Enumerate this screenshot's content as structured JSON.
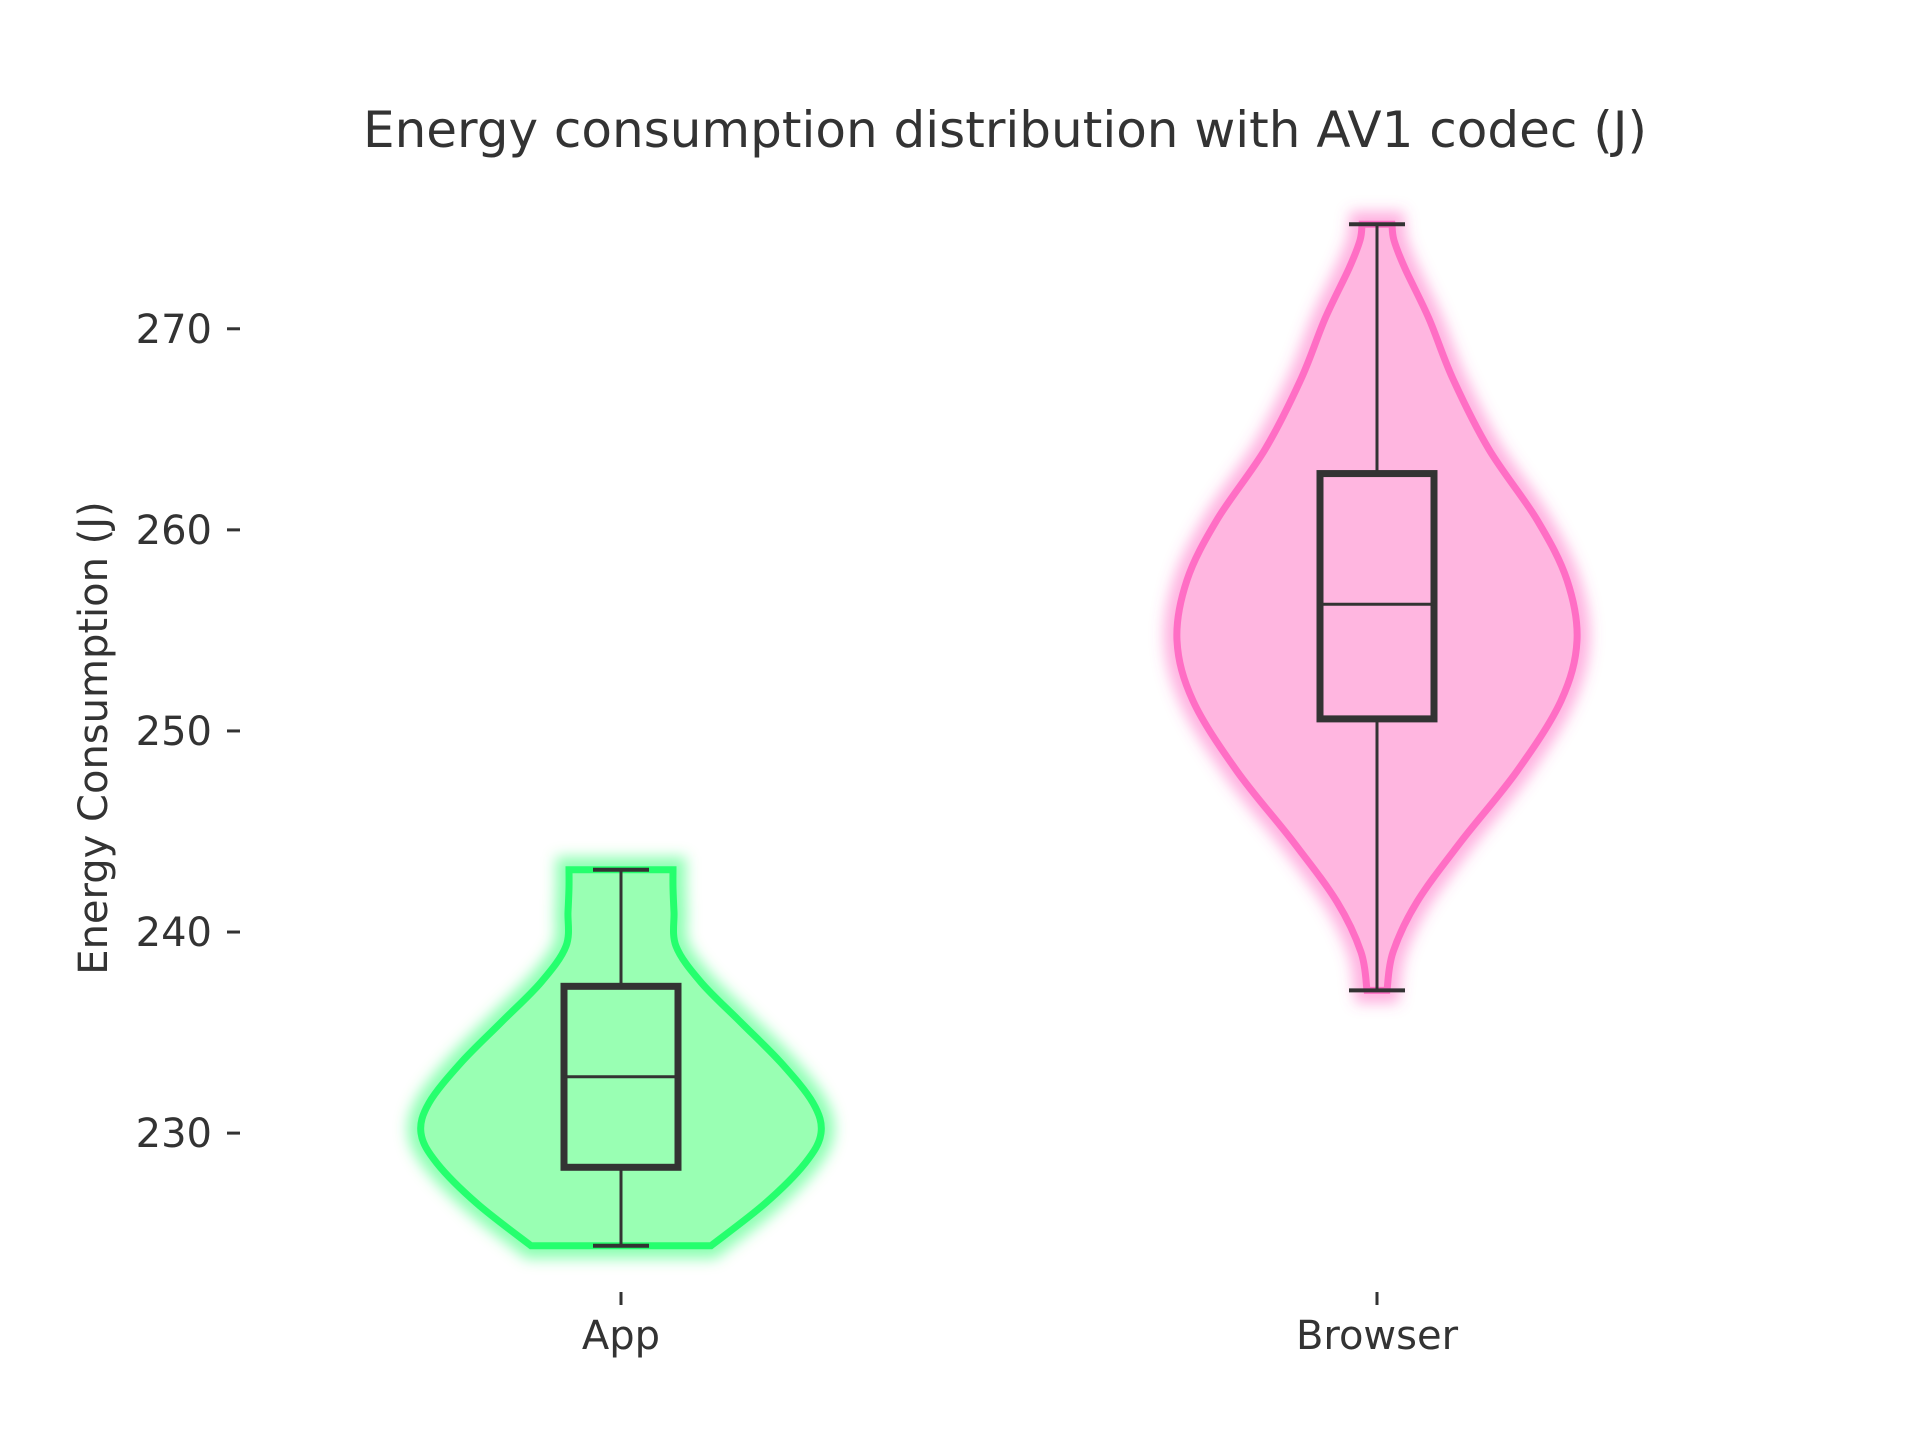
{
  "chart_data": {
    "type": "violin",
    "title": "Energy consumption distribution with AV1 codec (J)",
    "xlabel": "",
    "ylabel": "Energy Consumption (J)",
    "categories": [
      "App",
      "Browser"
    ],
    "yticks": [
      230,
      240,
      250,
      260,
      270
    ],
    "ylim": [
      221.7,
      277.3
    ],
    "grid": false,
    "legend": "none",
    "series": [
      {
        "category": "App",
        "color": "#00ff55",
        "fill": "#99ffb3",
        "box": {
          "min": 224.4,
          "q1": 228.3,
          "median": 232.8,
          "q3": 237.3,
          "max": 243.1
        },
        "density": [
          {
            "y": 224.4,
            "w": 0.45
          },
          {
            "y": 226.5,
            "w": 0.72
          },
          {
            "y": 228.5,
            "w": 0.92
          },
          {
            "y": 230.0,
            "w": 1.0
          },
          {
            "y": 231.5,
            "w": 0.96
          },
          {
            "y": 233.5,
            "w": 0.8
          },
          {
            "y": 235.5,
            "w": 0.6
          },
          {
            "y": 237.5,
            "w": 0.4
          },
          {
            "y": 239.3,
            "w": 0.275
          },
          {
            "y": 241.0,
            "w": 0.265
          },
          {
            "y": 242.2,
            "w": 0.26
          },
          {
            "y": 243.1,
            "w": 0.26
          }
        ]
      },
      {
        "category": "Browser",
        "color": "#ff55bb",
        "fill": "#ffb6e0",
        "box": {
          "min": 237.1,
          "q1": 250.6,
          "median": 256.3,
          "q3": 262.8,
          "max": 275.2
        },
        "density": [
          {
            "y": 237.1,
            "w": 0.05
          },
          {
            "y": 239.0,
            "w": 0.08
          },
          {
            "y": 241.5,
            "w": 0.2
          },
          {
            "y": 244.5,
            "w": 0.42
          },
          {
            "y": 248.0,
            "w": 0.7
          },
          {
            "y": 251.5,
            "w": 0.92
          },
          {
            "y": 254.5,
            "w": 1.0
          },
          {
            "y": 257.5,
            "w": 0.95
          },
          {
            "y": 260.5,
            "w": 0.8
          },
          {
            "y": 264.0,
            "w": 0.56
          },
          {
            "y": 267.5,
            "w": 0.38
          },
          {
            "y": 270.5,
            "w": 0.26
          },
          {
            "y": 273.0,
            "w": 0.14
          },
          {
            "y": 274.4,
            "w": 0.085
          },
          {
            "y": 275.2,
            "w": 0.075
          }
        ]
      }
    ]
  }
}
